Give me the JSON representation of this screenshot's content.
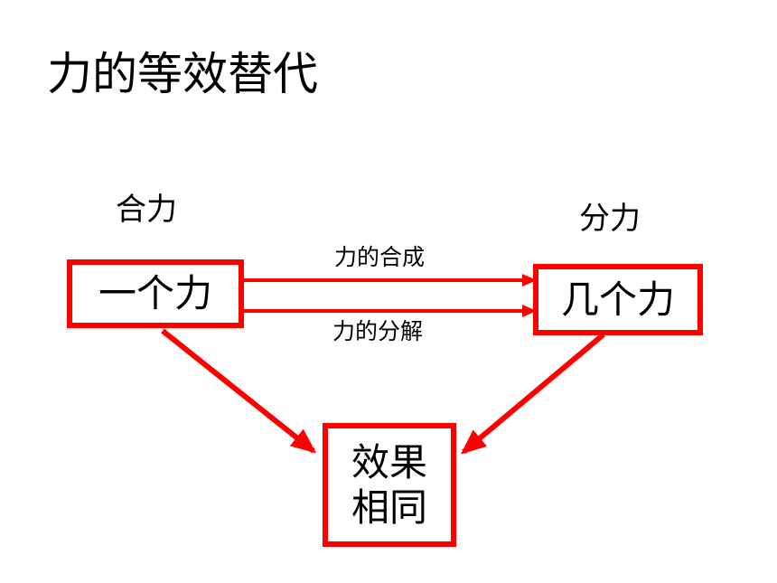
{
  "title": "力的等效替代",
  "labels": {
    "resultant": "合力",
    "components": "分力",
    "composition": "力的合成",
    "decomposition": "力的分解"
  },
  "boxes": {
    "one_force": "一个力",
    "several_forces": "几个力",
    "same_effect_line1": "效果",
    "same_effect_line2": "相同"
  },
  "colors": {
    "accent": "#ff0000",
    "text": "#000000",
    "background": "#ffffff"
  }
}
